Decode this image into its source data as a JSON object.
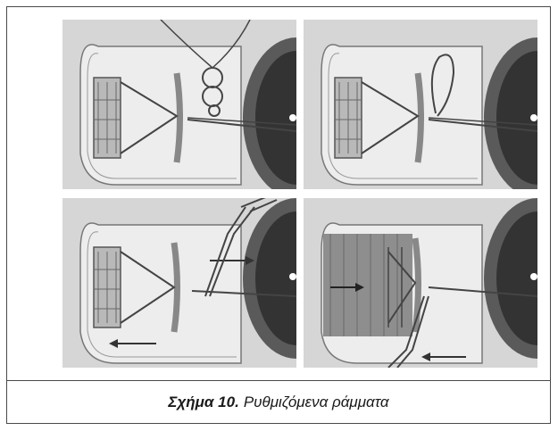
{
  "figure": {
    "caption_label": "Σχήμα 10.",
    "caption_text": "Ρυθμιζόμενα ράμματα",
    "panels": [
      {
        "name": "top-left"
      },
      {
        "name": "top-right"
      },
      {
        "name": "bottom-left"
      },
      {
        "name": "bottom-right"
      }
    ]
  }
}
